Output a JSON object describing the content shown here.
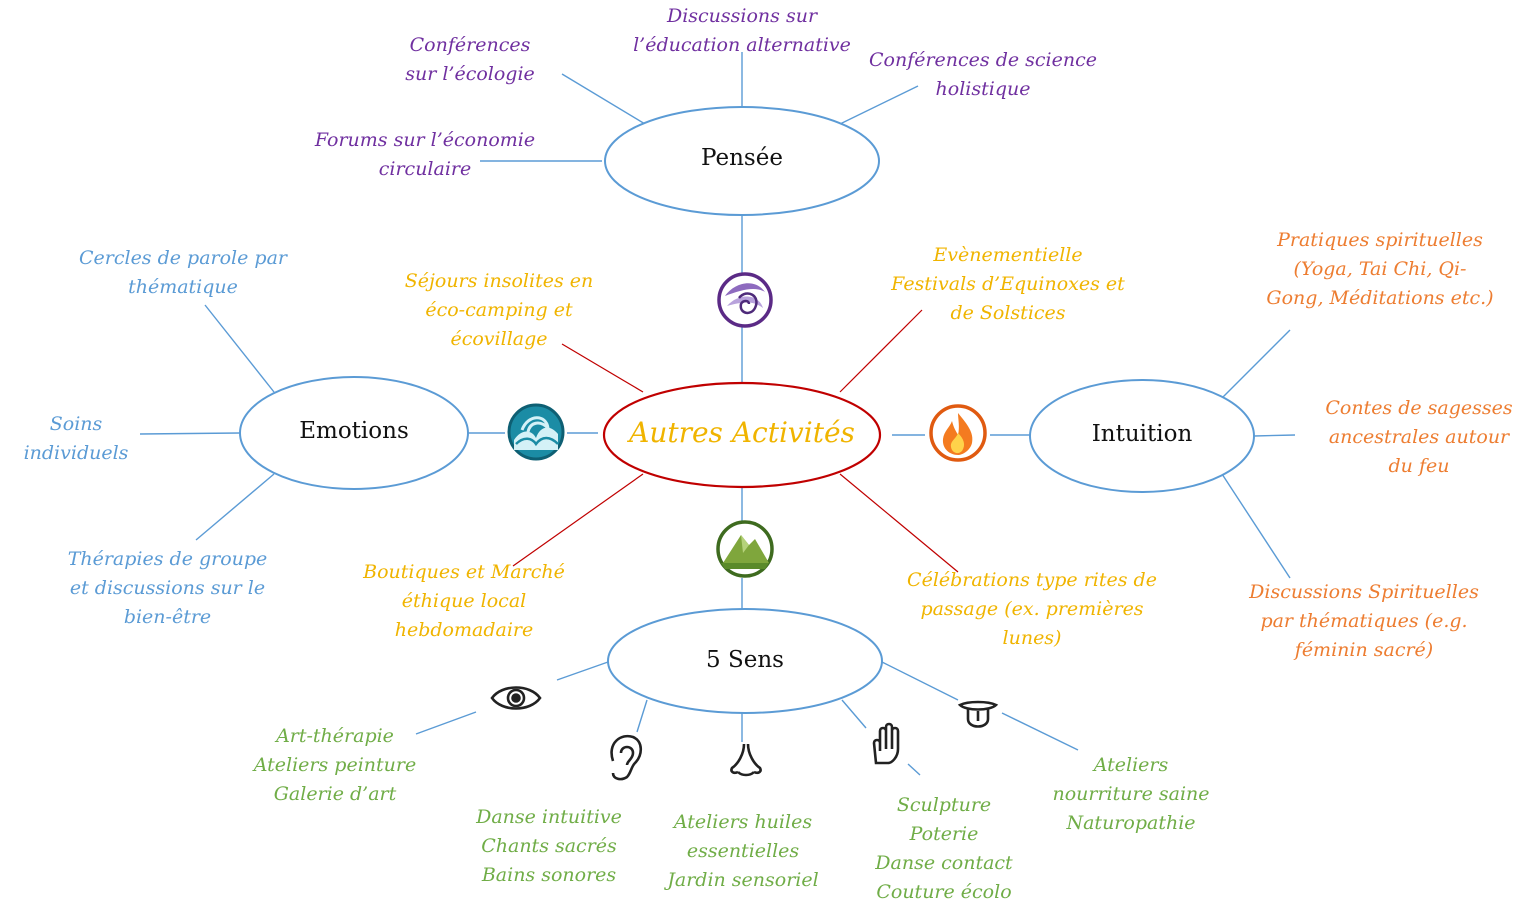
{
  "center": {
    "label": "Autres Activités"
  },
  "nodes": {
    "pensee": "Pensée",
    "emotions": "Emotions",
    "intuition": "Intuition",
    "sens": "5 Sens"
  },
  "pensee_items": [
    [
      "Discussions sur",
      "l’éducation alternative"
    ],
    [
      "Conférences",
      "sur l’écologie"
    ],
    [
      "Conférences de science",
      "holistique"
    ],
    [
      "Forums sur l’économie",
      "circulaire"
    ]
  ],
  "emotions_items": [
    [
      "Cercles de parole par",
      "thématique"
    ],
    [
      "Soins",
      "individuels"
    ],
    [
      "Thérapies de groupe",
      "et discussions sur le",
      "bien-être"
    ]
  ],
  "intuition_items": [
    [
      "Pratiques spirituelles",
      "(Yoga, Tai Chi, Qi-",
      "Gong, Méditations etc.)"
    ],
    [
      "Contes de sagesses",
      "ancestrales autour",
      "du feu"
    ],
    [
      "Discussions Spirituelles",
      "par thématiques (e.g.",
      "féminin sacré)"
    ]
  ],
  "center_items": [
    [
      "Séjours insolites en",
      "éco-camping et",
      "écovillage"
    ],
    [
      "Evènementielle",
      "Festivals d’Equinoxes et",
      "de Solstices"
    ],
    [
      "Boutiques et Marché",
      "éthique local",
      "hebdomadaire"
    ],
    [
      "Célébrations type rites de",
      "passage (ex. premières",
      "lunes)"
    ]
  ],
  "sens_items": [
    [
      "Art-thérapie",
      "Ateliers peinture",
      "Galerie d’art"
    ],
    [
      "Danse intuitive",
      "Chants sacrés",
      "Bains sonores"
    ],
    [
      "Ateliers huiles",
      "essentielles",
      "Jardin sensoriel"
    ],
    [
      "Sculpture",
      "Poterie",
      "Danse contact",
      "Couture écolo"
    ],
    [
      "Ateliers",
      "nourriture saine",
      "Naturopathie"
    ]
  ],
  "colors": {
    "pensee": "#7030a0",
    "emotions": "#5b9bd5",
    "intuition": "#ed7d31",
    "center": "#f0b400",
    "sens": "#70ad47",
    "center_ellipse": "#c00000",
    "node_ellipse": "#5b9bd5"
  },
  "icons": {
    "air": "air-element-icon",
    "water": "water-wave-icon",
    "fire": "fire-flame-icon",
    "earth": "earth-mountain-icon",
    "eye": "eye-icon",
    "ear": "ear-icon",
    "nose": "nose-icon",
    "hand": "hand-icon",
    "tongue": "tongue-icon"
  }
}
